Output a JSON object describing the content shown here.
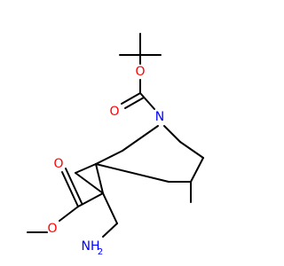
{
  "colors": {
    "background": "#ffffff",
    "carbon_bond": "#000000",
    "oxygen": "#ff0000",
    "nitrogen": "#0000ff"
  },
  "atoms": {
    "o_ether_tbu": "O",
    "o_carbonyl_boc": "O",
    "n_bridge": "N",
    "o_carbonyl_ester": "O",
    "o_ether_ester": "O",
    "n_amine": "NH",
    "n_amine_h_count": "2"
  }
}
